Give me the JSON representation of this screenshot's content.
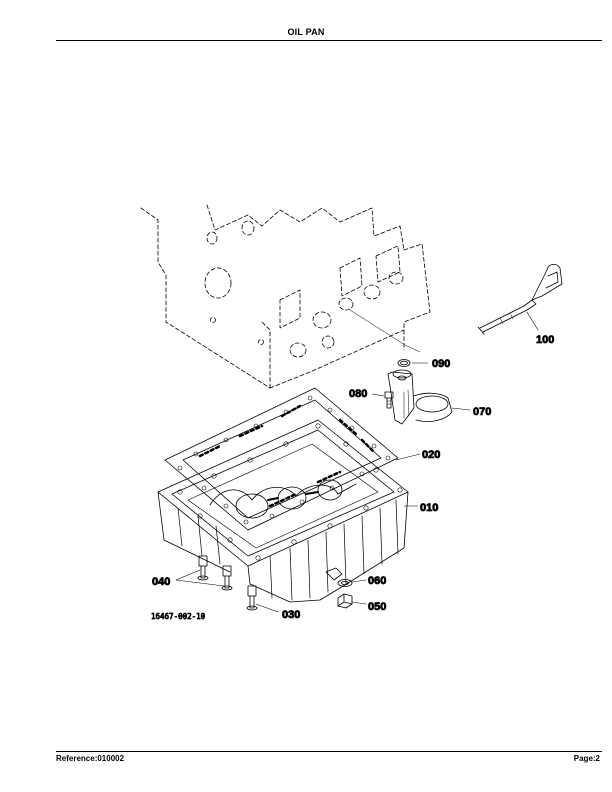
{
  "page": {
    "title": "OIL PAN",
    "reference": "Reference:010002",
    "page_number": "Page:2"
  },
  "diagram": {
    "figure_id": "16467-002-10",
    "callouts": {
      "c100": "100",
      "c090": "090",
      "c080": "080",
      "c070": "070",
      "c020": "020",
      "c010": "010",
      "c040": "040",
      "c060": "060",
      "c050": "050",
      "c030": "030"
    }
  }
}
